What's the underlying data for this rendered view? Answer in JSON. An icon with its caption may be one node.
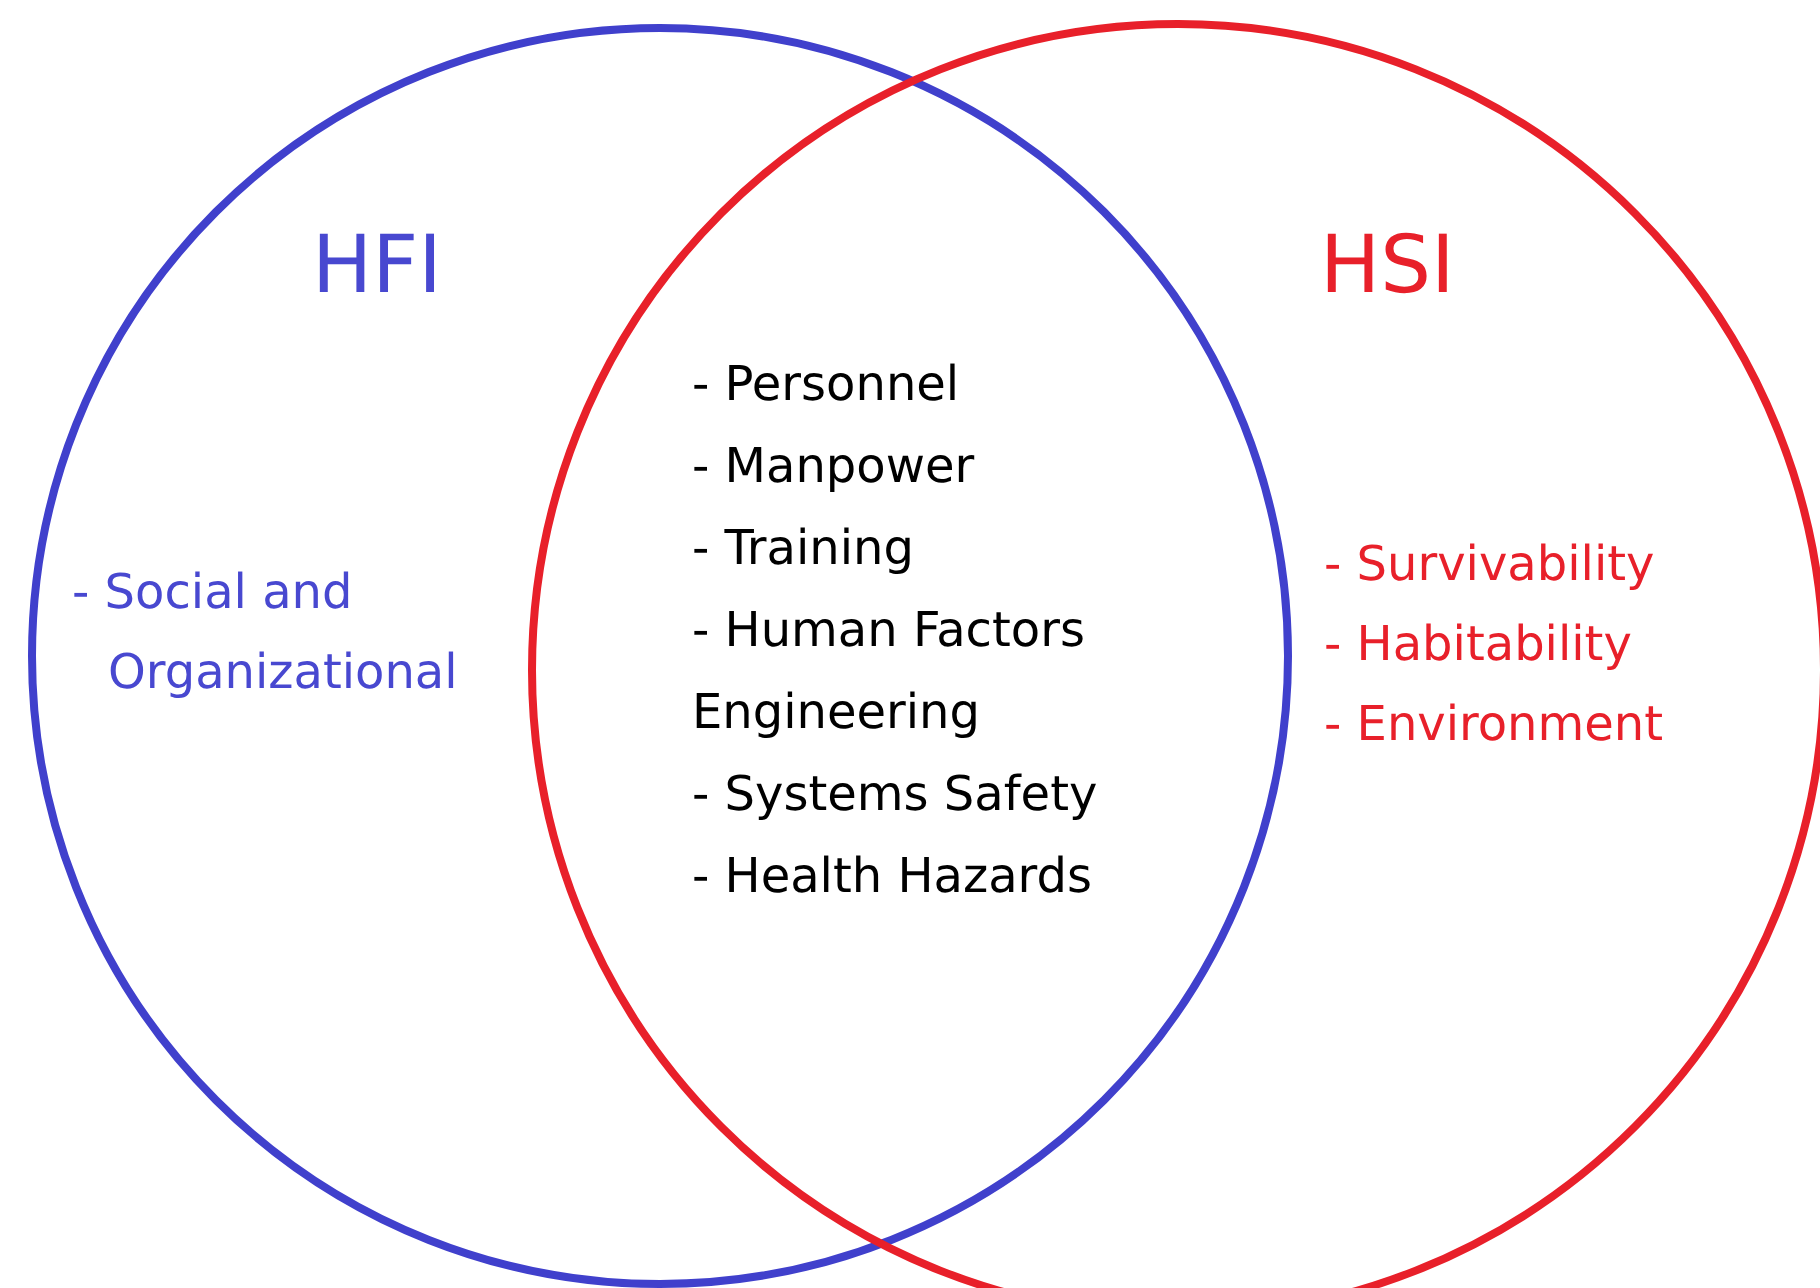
{
  "diagram": {
    "nodes": [
      {
        "text": [
          "HFI",
          "- Social and Organizational"
        ]
      },
      {
        "text": [
          "HSI",
          "- Survivability",
          "- Habitability",
          "- Environment"
        ]
      }
    ],
    "labels": [
      "- Personnel",
      "- Manpower",
      "- Training",
      "- Human Factors Engineering",
      "- Systems Safety",
      "- Health Hazards"
    ]
  }
}
